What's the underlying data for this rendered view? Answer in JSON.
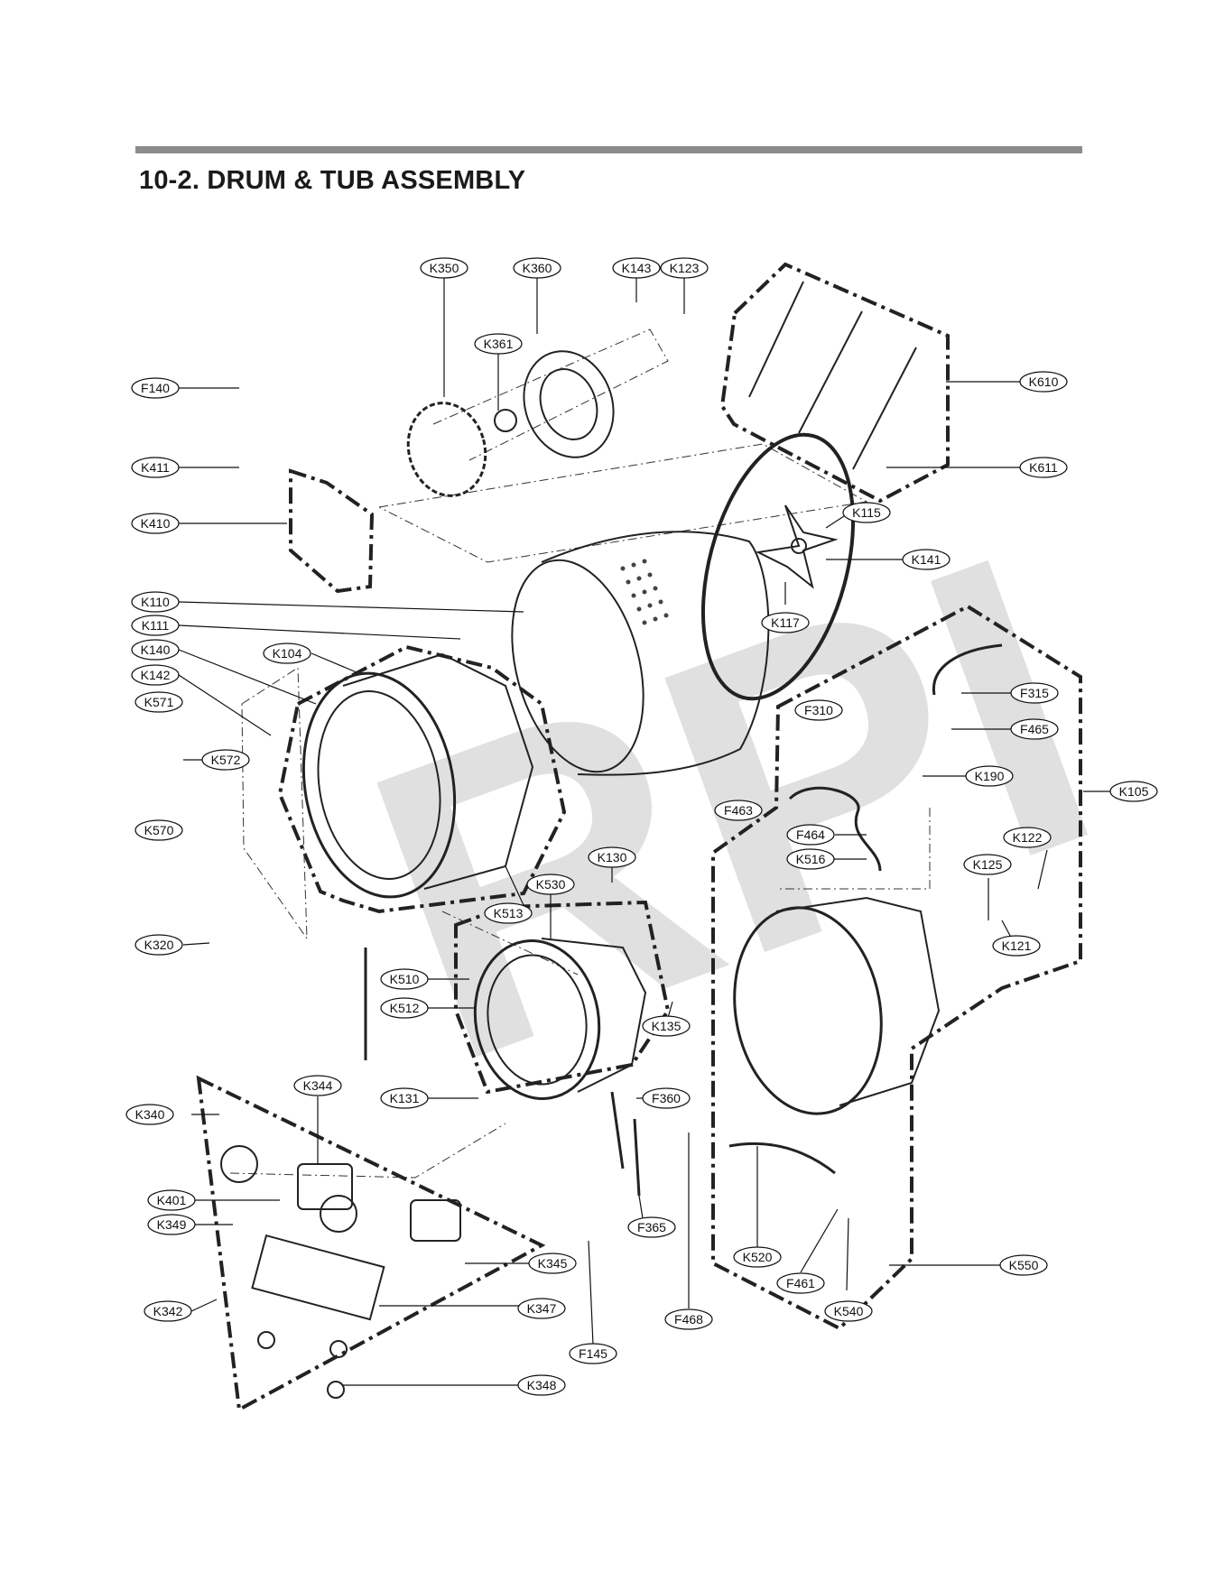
{
  "section_title": "10-2.  DRUM & TUB ASSEMBLY",
  "watermark": "RPI",
  "callouts": [
    {
      "id": "K350"
    },
    {
      "id": "K360"
    },
    {
      "id": "K143"
    },
    {
      "id": "K123"
    },
    {
      "id": "K361"
    },
    {
      "id": "F140"
    },
    {
      "id": "K411"
    },
    {
      "id": "K410"
    },
    {
      "id": "K610"
    },
    {
      "id": "K611"
    },
    {
      "id": "K115"
    },
    {
      "id": "K141"
    },
    {
      "id": "K110"
    },
    {
      "id": "K111"
    },
    {
      "id": "K140"
    },
    {
      "id": "K142"
    },
    {
      "id": "K104"
    },
    {
      "id": "K117"
    },
    {
      "id": "K571"
    },
    {
      "id": "K572"
    },
    {
      "id": "K570"
    },
    {
      "id": "F315"
    },
    {
      "id": "F310"
    },
    {
      "id": "F465"
    },
    {
      "id": "K190"
    },
    {
      "id": "K105"
    },
    {
      "id": "F463"
    },
    {
      "id": "F464"
    },
    {
      "id": "K122"
    },
    {
      "id": "K516"
    },
    {
      "id": "K125"
    },
    {
      "id": "K130"
    },
    {
      "id": "K530"
    },
    {
      "id": "K513"
    },
    {
      "id": "K121"
    },
    {
      "id": "K320"
    },
    {
      "id": "K510"
    },
    {
      "id": "K512"
    },
    {
      "id": "K135"
    },
    {
      "id": "K344"
    },
    {
      "id": "K340"
    },
    {
      "id": "K131"
    },
    {
      "id": "F360"
    },
    {
      "id": "K401"
    },
    {
      "id": "K349"
    },
    {
      "id": "F365"
    },
    {
      "id": "K345"
    },
    {
      "id": "K520"
    },
    {
      "id": "K550"
    },
    {
      "id": "F461"
    },
    {
      "id": "K342"
    },
    {
      "id": "K347"
    },
    {
      "id": "F468"
    },
    {
      "id": "K540"
    },
    {
      "id": "F145"
    },
    {
      "id": "K348"
    }
  ]
}
